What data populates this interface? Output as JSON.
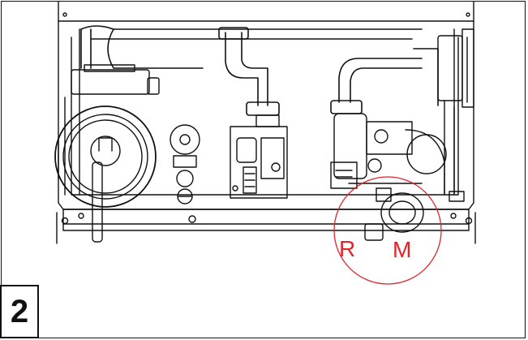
{
  "step": {
    "number": "2"
  },
  "callouts": {
    "r_label": "R",
    "m_label": "M",
    "highlight_color": "#e0252b"
  },
  "drawing": {
    "line_color": "#111111",
    "components": [
      "boiler-casing",
      "circulation-pump",
      "pressure-gauge",
      "gas-valve",
      "diverter-valve",
      "expansion-pipework",
      "drain-valve",
      "motor"
    ]
  }
}
